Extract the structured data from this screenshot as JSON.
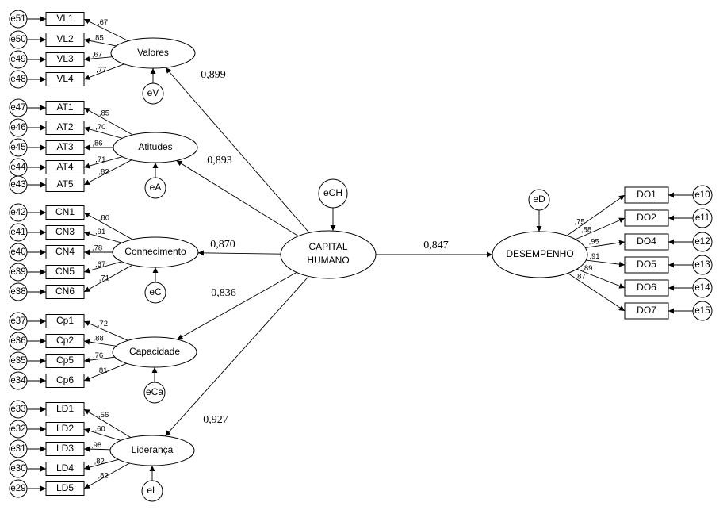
{
  "central": {
    "line1": "CAPITAL",
    "line2": "HUMANO",
    "error": "eCH"
  },
  "outcome": {
    "label": "DESEMPENHO",
    "error": "eD",
    "path_coef": "0,847",
    "indicators": [
      {
        "label": "DO1",
        "error": "e10",
        "loading": ",75"
      },
      {
        "label": "DO2",
        "error": "e11",
        "loading": ",88"
      },
      {
        "label": "DO4",
        "error": "e12",
        "loading": ",95"
      },
      {
        "label": "DO5",
        "error": "e13",
        "loading": ",91"
      },
      {
        "label": "DO6",
        "error": "e14",
        "loading": ",89"
      },
      {
        "label": "DO7",
        "error": "e15",
        "loading": ",87"
      }
    ]
  },
  "constructs": [
    {
      "label": "Valores",
      "error": "eV",
      "path_coef": "0,899",
      "indicators": [
        {
          "label": "VL1",
          "error": "e51",
          "loading": ",67"
        },
        {
          "label": "VL2",
          "error": "e50",
          "loading": ",85"
        },
        {
          "label": "VL3",
          "error": "e49",
          "loading": ",67"
        },
        {
          "label": "VL4",
          "error": "e48",
          "loading": ",77"
        }
      ]
    },
    {
      "label": "Atitudes",
      "error": "eA",
      "path_coef": "0,893",
      "indicators": [
        {
          "label": "AT1",
          "error": "e47",
          "loading": ",85"
        },
        {
          "label": "AT2",
          "error": "e46",
          "loading": ",70"
        },
        {
          "label": "AT3",
          "error": "e45",
          "loading": ",86"
        },
        {
          "label": "AT4",
          "error": "e44",
          "loading": ",71"
        },
        {
          "label": "AT5",
          "error": "e43",
          "loading": ",82"
        }
      ]
    },
    {
      "label": "Conhecimento",
      "error": "eC",
      "path_coef": "0,870",
      "indicators": [
        {
          "label": "CN1",
          "error": "e42",
          "loading": ",80"
        },
        {
          "label": "CN3",
          "error": "e41",
          "loading": ",91"
        },
        {
          "label": "CN4",
          "error": "e40",
          "loading": ",78"
        },
        {
          "label": "CN5",
          "error": "e39",
          "loading": ",67"
        },
        {
          "label": "CN6",
          "error": "e38",
          "loading": ",71"
        }
      ]
    },
    {
      "label": "Capacidade",
      "error": "eCa",
      "path_coef": "0,836",
      "indicators": [
        {
          "label": "Cp1",
          "error": "e37",
          "loading": ",72"
        },
        {
          "label": "Cp2",
          "error": "e36",
          "loading": ",88"
        },
        {
          "label": "Cp5",
          "error": "e35",
          "loading": ",76"
        },
        {
          "label": "Cp6",
          "error": "e34",
          "loading": ",81"
        }
      ]
    },
    {
      "label": "Liderança",
      "error": "eL",
      "path_coef": "0,927",
      "indicators": [
        {
          "label": "LD1",
          "error": "e33",
          "loading": ",56"
        },
        {
          "label": "LD2",
          "error": "e32",
          "loading": ",60"
        },
        {
          "label": "LD3",
          "error": "e31",
          "loading": ",98"
        },
        {
          "label": "LD4",
          "error": "e30",
          "loading": ",82"
        },
        {
          "label": "LD5",
          "error": "e29",
          "loading": ",82"
        }
      ]
    }
  ]
}
